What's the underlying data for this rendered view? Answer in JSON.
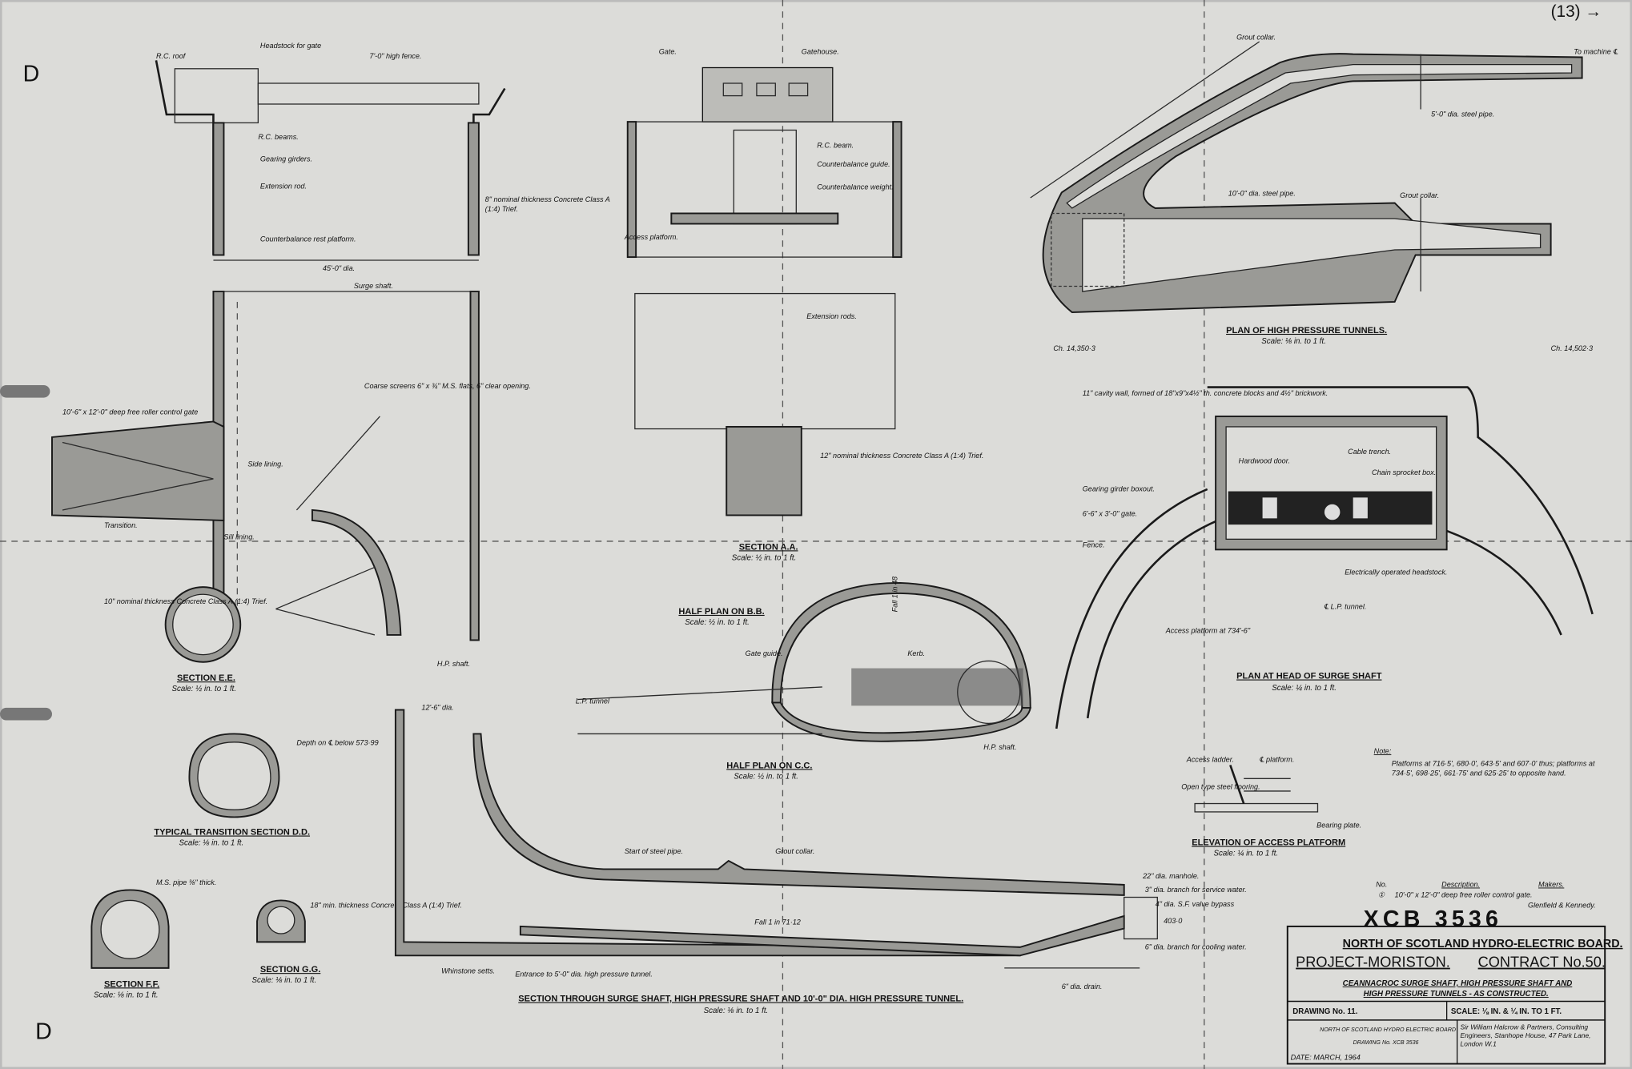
{
  "sheet_number": "(13) →",
  "edge_marks": [
    "D",
    "D"
  ],
  "drawing_stamp": "XCB 3536",
  "views": {
    "section_aa": {
      "title": "SECTION A.A.",
      "scale": "Scale: ½ in. to 1 ft."
    },
    "half_plan_bb": {
      "title": "HALF PLAN ON B.B.",
      "scale": "Scale: ½ in. to 1 ft."
    },
    "half_plan_cc": {
      "title": "HALF PLAN ON C.C.",
      "scale": "Scale: ½ in. to 1 ft."
    },
    "plan_hp_tunnels": {
      "title": "PLAN OF HIGH PRESSURE TUNNELS.",
      "scale": "Scale: ⅛ in. to 1 ft."
    },
    "plan_head": {
      "title": "PLAN AT HEAD OF SURGE SHAFT",
      "scale": "Scale: ¼ in. to 1 ft."
    },
    "section_ee": {
      "title": "SECTION E.E.",
      "scale": "Scale: ½ in. to 1 ft."
    },
    "section_dd": {
      "title": "TYPICAL TRANSITION SECTION D.D.",
      "scale": "Scale: ⅛ in. to 1 ft."
    },
    "section_ff": {
      "title": "SECTION F.F.",
      "scale": "Scale: ⅛ in. to 1 ft."
    },
    "section_gg": {
      "title": "SECTION G.G.",
      "scale": "Scale: ⅛ in. to 1 ft."
    },
    "section_main": {
      "title": "SECTION THROUGH SURGE SHAFT, HIGH PRESSURE SHAFT AND 10'-0\" DIA. HIGH PRESSURE TUNNEL.",
      "scale": "Scale: ⅛ in. to 1 ft."
    },
    "elev_platform": {
      "title": "ELEVATION OF ACCESS PLATFORM",
      "scale": "Scale: ¼ in. to 1 ft."
    }
  },
  "chainages": [
    "Ch. 14,350·3",
    "Ch. 14,502·3"
  ],
  "labels": {
    "rc_roof": "R.C. roof",
    "headstock": "Headstock for gate",
    "fence": "7'-0\" high fence.",
    "rc_beams": "R.C. beams.",
    "gearing_girders": "Gearing girders.",
    "extension_rod": "Extension rod.",
    "counterbalance_rest": "Counterbalance rest platform.",
    "nominal_8": "8\" nominal thickness Concrete Class A (1:4) Trief.",
    "dia45": "45'-0\" dia.",
    "surge_shaft": "Surge shaft.",
    "control_gate": "10'-6\" x 12'-0\" deep free roller control gate",
    "coarse_screens": "Coarse screens 6\" x ¾\" M.S. flats, 6\" clear opening.",
    "side_lining": "Side lining.",
    "transition": "Transition.",
    "sill_lining": "Sill lining.",
    "hp_shaft": "H.P. shaft.",
    "gate": "Gate.",
    "gatehouse": "Gatehouse.",
    "rc_beam": "R.C. beam.",
    "cb_guide": "Counterbalance guide.",
    "cb_weight": "Counterbalance weight.",
    "access_platform": "Access platform.",
    "extension_rods": "Extension rods.",
    "nominal_12": "12\" nominal thickness Concrete Class A (1:4) Trief.",
    "grout_collar": "Grout collar.",
    "steel_pipe_5": "5'-0\" dia. steel pipe.",
    "steel_pipe_10": "10'-0\" dia. steel pipe.",
    "to_machine": "To machine ℄",
    "cavity_wall": "11\" cavity wall, formed of 18\"x9\"x4½\" th. concrete blocks and 4½\" brickwork.",
    "hardwood_door": "Hardwood door.",
    "cable_trench": "Cable trench.",
    "chain_box": "Chain sprocket box.",
    "gearing_box": "Gearing girder boxout.",
    "gate_6x3": "6'-6\" x 3'-0\" gate.",
    "fence_lbl": "Fence.",
    "elec_headstock": "Electrically operated headstock.",
    "lp_tunnel": "℄ L.P. tunnel.",
    "access_platform_734": "Access platform at 734'-6\"",
    "gate_guide": "Gate guide.",
    "kerb": "Kerb.",
    "lp_tunnel2": "L.P. tunnel",
    "hp_shaft2": "H.P. shaft.",
    "fall_48": "Fall 1 in 48",
    "dia_12_6": "12'-6\" dia.",
    "start_steel": "Start of steel pipe.",
    "grout_collar2": "Grout collar.",
    "fall_71": "Fall 1 in 71·12",
    "whinstone": "Whinstone setts.",
    "entrance": "Entrance to 5'-0\" dia. high pressure tunnel.",
    "manhole": "22\" dia. manhole.",
    "branch_service": "3\" dia. branch for service water.",
    "valve_bypass": "4\" dia. S.F. valve bypass",
    "branch_cooling": "6\" dia. branch for cooling water.",
    "drain": "6\" dia. drain.",
    "level_403": "403·0",
    "access_ladder": "Access ladder.",
    "platform_cl": "℄ platform.",
    "open_flooring": "Open type steel flooring.",
    "bearing_plate": "Bearing plate.",
    "mp_pipe": "M.S. pipe ⅜\" thick.",
    "min_thickness": "18\" min. thickness Concrete Class A (1:4) Trief.",
    "nominal_10": "10\" nominal thickness Concrete Class A (1:4) Trief.",
    "depth_note": "Depth on ℄ below 573·99"
  },
  "note": {
    "heading": "Note:",
    "text": "Platforms at 716·5', 680·0', 643·5' and 607·0' thus; platforms at 734·5', 698·25', 661·75' and 625·25' to opposite hand."
  },
  "schedule": {
    "no_hdr": "No.",
    "desc_hdr": "Description.",
    "makers_hdr": "Makers.",
    "no": "①",
    "desc": "10'-0\" x 12'-0\" deep free roller control gate.",
    "makers": "Glenfield & Kennedy."
  },
  "title_block": {
    "board": "NORTH OF SCOTLAND HYDRO-ELECTRIC BOARD.",
    "project": "PROJECT-MORISTON.",
    "contract": "CONTRACT No.50.",
    "title1": "CEANNACROC SURGE SHAFT, HIGH PRESSURE SHAFT AND",
    "title2": "HIGH PRESSURE TUNNELS - AS CONSTRUCTED.",
    "drawing_no": "DRAWING No. 11.",
    "scale": "SCALE: ⅛ IN. & ¼ IN. TO 1 FT.",
    "board_small": "NORTH OF SCOTLAND HYDRO ELECTRIC BOARD",
    "drawing_no_small": "DRAWING No. XCB 3536",
    "date": "DATE: MARCH, 1964",
    "engineers": "Sir William Halcrow & Partners, Consulting Engineers, Stanhope House, 47 Park Lane, London W.1"
  }
}
